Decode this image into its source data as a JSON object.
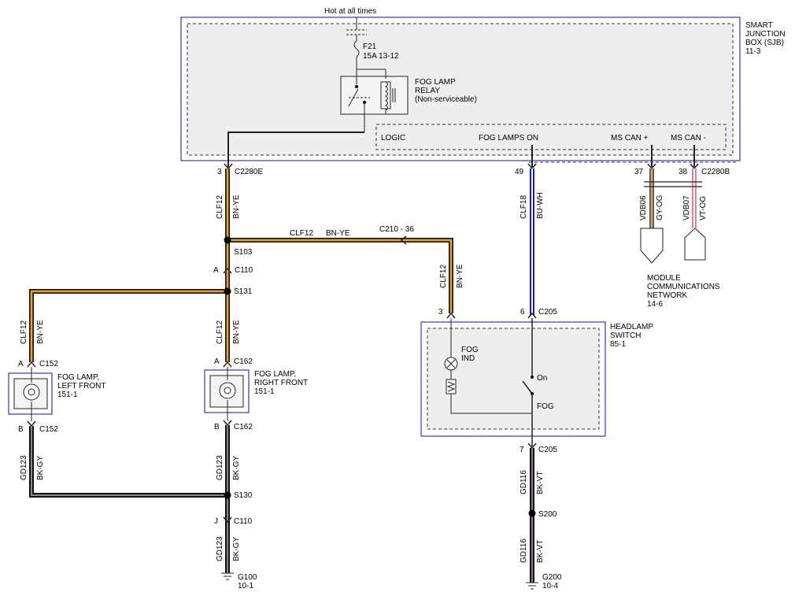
{
  "title_top": "Hot at all times",
  "sjb": {
    "lines": [
      "SMART",
      "JUNCTION",
      "BOX (SJB)",
      "11-3"
    ]
  },
  "fuse": {
    "name": "F21",
    "rating": "15A  13-12"
  },
  "relay": {
    "lines": [
      "FOG LAMP",
      "RELAY",
      "(Non-serviceable)"
    ]
  },
  "logic": "LOGIC",
  "fog_lamps_on": "FOG LAMPS ON",
  "ms_can_plus": "MS CAN +",
  "ms_can_minus": "MS CAN -",
  "pins": {
    "p3_top": "3",
    "c2280e": "C2280E",
    "p49": "49",
    "p37": "37",
    "p38": "38",
    "c2280b": "C2280B",
    "pA_c110": "A",
    "c110_a": "C110",
    "pA_c152": "A",
    "c152_a": "C152",
    "pA_c162": "A",
    "c162_a": "C162",
    "pB_c152": "B",
    "c152_b": "C152",
    "pB_c162": "B",
    "c162_b": "C162",
    "p3_c205": "3",
    "p6_c205": "6",
    "c205_top": "C205",
    "p7_c205": "7",
    "c205_bot": "C205",
    "pJ_c110": "J",
    "c110_j": "C110",
    "c210": "C210  -   36"
  },
  "splices": {
    "s103": "S103",
    "s131": "S131",
    "s130": "S130",
    "s200": "S200"
  },
  "wires": {
    "clf12": "CLF12",
    "bnye": "BN-YE",
    "clf18": "CLF18",
    "buwh": "BU-WH",
    "vdb06": "VDB06",
    "gyog": "GY-OG",
    "vdb07": "VDB07",
    "vtog": "VT-OG",
    "gd123": "GD123",
    "bkgy": "BK-GY",
    "gd116": "GD116",
    "bkvt": "BK-VT"
  },
  "module_comm": [
    "MODULE",
    "COMMUNICATIONS",
    "NETWORK",
    "14-6"
  ],
  "headlamp_switch": [
    "HEADLAMP",
    "SWITCH",
    "85-1"
  ],
  "fog_ind": [
    "FOG",
    "IND"
  ],
  "switch_on": "On",
  "switch_fog": "FOG",
  "fog_left": [
    "FOG LAMP,",
    "LEFT FRONT",
    "151-1"
  ],
  "fog_right": [
    "FOG LAMP,",
    "RIGHT FRONT",
    "151-1"
  ],
  "g100": [
    "G100",
    "10-1"
  ],
  "g200": [
    "G200",
    "10-4"
  ],
  "colors": {
    "bnye_outer": "#1a1a1a",
    "bnye_inner": "#f0a030",
    "buwh_outer": "#1a1acc",
    "buwh_inner": "#ffffff",
    "gyog_inner": "#e0a060",
    "vtog_inner": "#e04070",
    "bkgy_inner": "#888888",
    "bkvt_inner": "#a070a0",
    "box_blue": "#3333cc"
  }
}
